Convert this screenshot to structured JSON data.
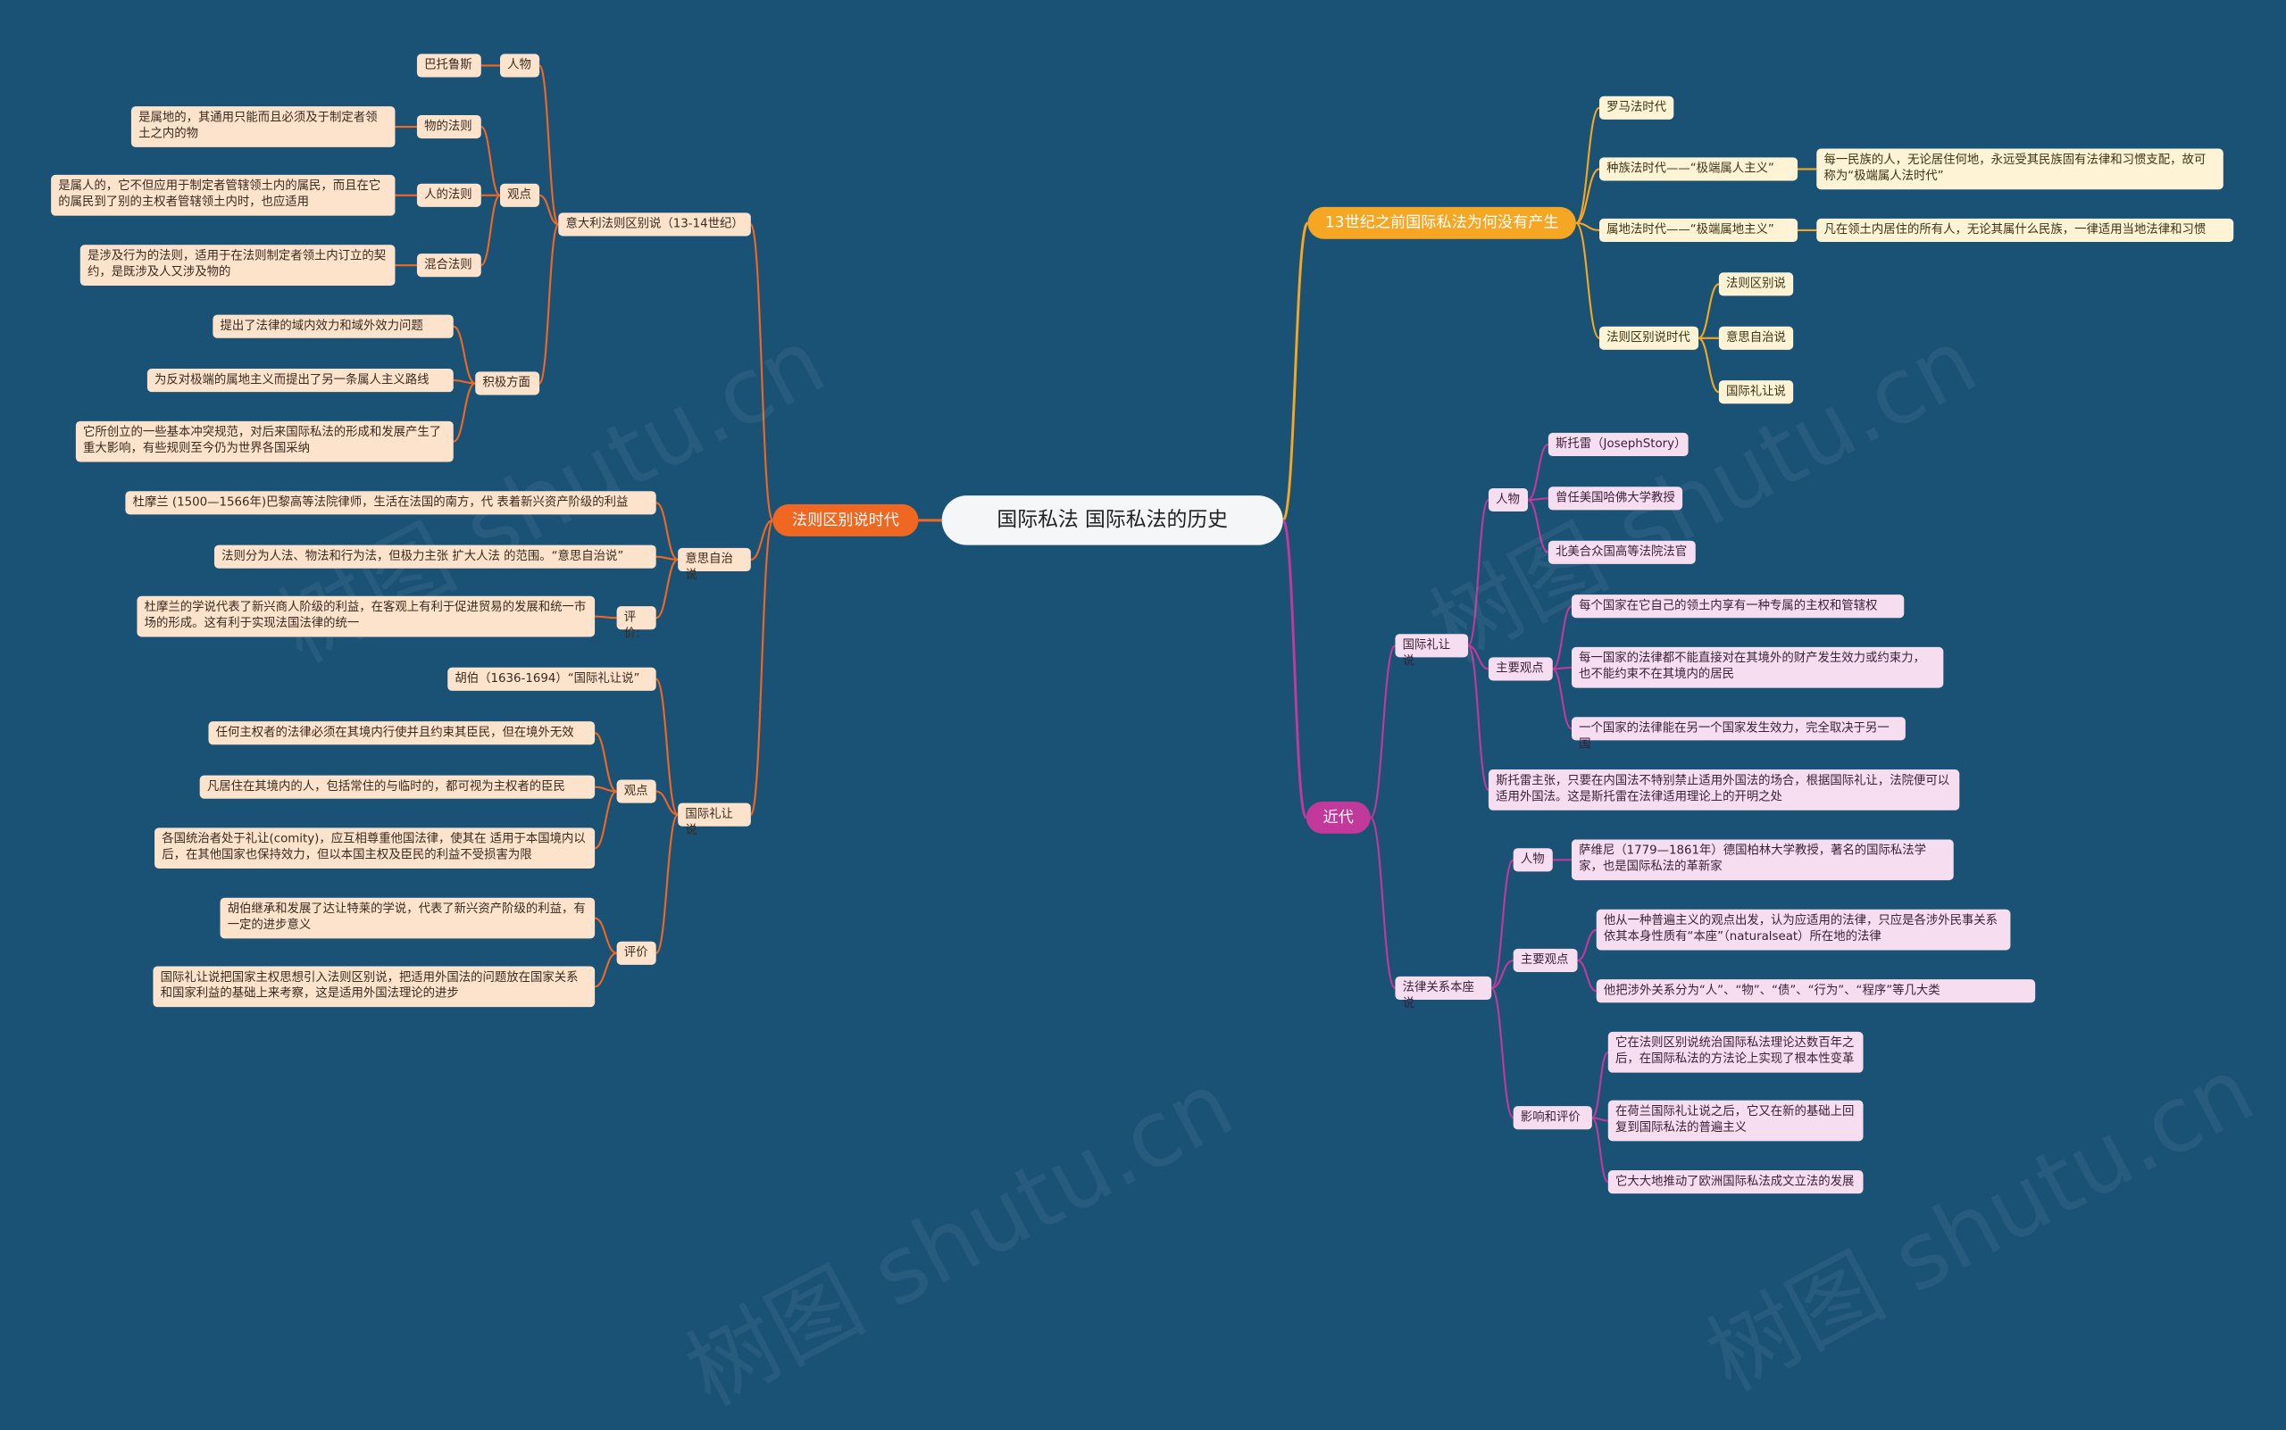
{
  "root": "国际私法     国际私法的历史",
  "watermark": "树图 shutu.cn",
  "colors": {
    "left": "#f06722",
    "topRight": "#f5a623",
    "bottomRight": "#c0399b"
  },
  "left": {
    "title": "法则区别说时代",
    "italy": {
      "title": "意大利法则区别说（13-14世纪）",
      "person": {
        "label": "人物",
        "name": "巴托鲁斯"
      },
      "views": {
        "label": "观点",
        "items": [
          {
            "label": "物的法则",
            "text": "是属地的，其通用只能而且必须及于制定者领土之内的物"
          },
          {
            "label": "人的法则",
            "text": "是属人的，它不但应用于制定者管辖领土内的属民，而且在它的属民到了别的主权者管辖领土内时，也应适用"
          },
          {
            "label": "混合法则",
            "text": "是涉及行为的法则，适用于在法则制定者领土内订立的契约，是既涉及人又涉及物的"
          }
        ]
      },
      "positive": {
        "label": "积极方面",
        "items": [
          "提出了法律的域内效力和域外效力问题",
          "为反对极端的属地主义而提出了另一条属人主义路线",
          "它所创立的一些基本冲突规范，对后来国际私法的形成和发展产生了重大影响，有些规则至今仍为世界各国采纳"
        ]
      }
    },
    "autonomy": {
      "title": "意思自治说",
      "items": [
        "杜摩兰 (1500—1566年)巴黎高等法院律师，生活在法国的南方，代 表着新兴资产阶级的利益",
        "法则分为人法、物法和行为法，但极力主张 扩大人法 的范围。“意思自治说”"
      ],
      "eval": {
        "label": "评价:",
        "text": "杜摩兰的学说代表了新兴商人阶级的利益，在客观上有利于促进贸易的发展和统一市场的形成。这有利于实现法国法律的统一"
      }
    },
    "comity": {
      "title": "国际礼让说",
      "person": "胡伯（1636-1694）“国际礼让说”",
      "views": {
        "label": "观点",
        "items": [
          "任何主权者的法律必须在其境内行使并且约束其臣民，但在境外无效",
          "凡居住在其境内的人，包括常住的与临时的，都可视为主权者的臣民",
          "各国统治者处于礼让(comity)，应互相尊重他国法律，使其在 适用于本国境内以后，在其他国家也保持效力，但以本国主权及臣民的利益不受损害为限"
        ]
      },
      "eval": {
        "label": "评价",
        "items": [
          "胡伯继承和发展了达让特莱的学说，代表了新兴资产阶级的利益，有一定的进步意义",
          "国际礼让说把国家主权思想引入法则区别说，把适用外国法的问题放在国家关系和国家利益的基础上来考察，这是适用外国法理论的进步"
        ]
      }
    }
  },
  "topRight": {
    "title": "13世纪之前国际私法为何没有产生",
    "items": [
      {
        "label": "罗马法时代"
      },
      {
        "label": "种族法时代——“极端属人主义”",
        "text": "每一民族的人，无论居住何地，永远受其民族固有法律和习惯支配，故可称为“极端属人法时代”"
      },
      {
        "label": "属地法时代——“极端属地主义”",
        "text": "凡在领土内居住的所有人，无论其属什么民族，一律适用当地法律和习惯"
      },
      {
        "label": "法则区别说时代",
        "children": [
          "法则区别说",
          "意思自治说",
          "国际礼让说"
        ]
      }
    ]
  },
  "bottomRight": {
    "title": "近代",
    "comity": {
      "title": "国际礼让说",
      "person": {
        "label": "人物",
        "items": [
          "斯托雷（JosephStory）",
          "曾任美国哈佛大学教授",
          "北美合众国高等法院法官"
        ]
      },
      "views": {
        "label": "主要观点",
        "items": [
          "每个国家在它自己的领土内享有一种专属的主权和管辖权",
          "每一国家的法律都不能直接对在其境外的财产发生效力或约束力，也不能约束不在其境内的居民",
          "一个国家的法律能在另一个国家发生效力，完全取决于另一国"
        ]
      },
      "note": "斯托雷主张，只要在内国法不特别禁止适用外国法的场合，根据国际礼让，法院便可以适用外国法。这是斯托雷在法律适用理论上的开明之处"
    },
    "seat": {
      "title": "法律关系本座说",
      "person": {
        "label": "人物",
        "text": "萨维尼（1779—1861年）德国柏林大学教授，著名的国际私法学家，也是国际私法的革新家"
      },
      "views": {
        "label": "主要观点",
        "items": [
          "他从一种普遍主义的观点出发，认为应适用的法律，只应是各涉外民事关系依其本身性质有“本座”（naturalseat）所在地的法律",
          "他把涉外关系分为“人”、“物”、“债”、“行为”、“程序”等几大类"
        ]
      },
      "impact": {
        "label": "影响和评价",
        "items": [
          "它在法则区别说统治国际私法理论达数百年之后，在国际私法的方法论上实现了根本性变革",
          "在荷兰国际礼让说之后，它又在新的基础上回复到国际私法的普遍主义",
          "它大大地推动了欧洲国际私法成文立法的发展"
        ]
      }
    }
  }
}
